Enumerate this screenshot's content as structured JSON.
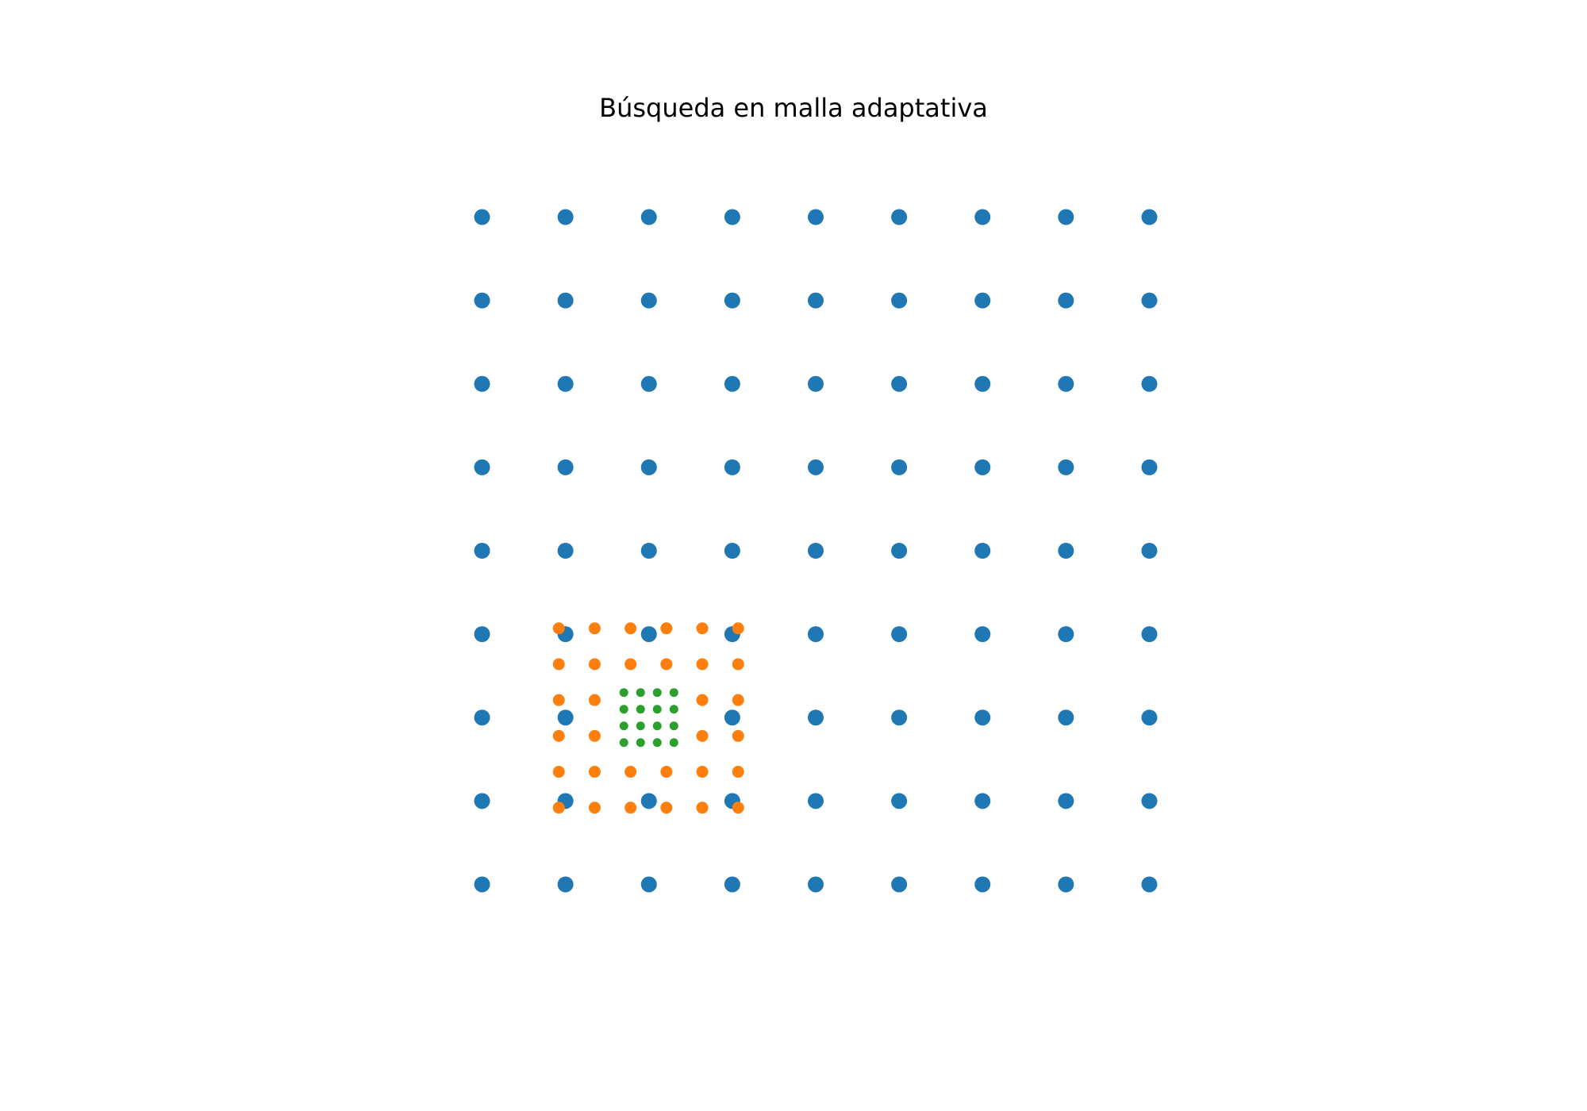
{
  "chart_data": {
    "type": "scatter",
    "title": "Búsqueda en malla adaptativa",
    "xlabel": "",
    "ylabel": "",
    "xlim": [
      -0.3,
      8.3
    ],
    "ylim": [
      -0.3,
      8.3
    ],
    "axes_visible": false,
    "grid": false,
    "legend": "none",
    "series": [
      {
        "color": "#1f77b4",
        "marker_size": "large",
        "x_values": [
          0,
          1,
          2,
          3,
          4,
          5,
          6,
          7,
          8
        ],
        "y_values": [
          0,
          1,
          2,
          3,
          4,
          5,
          6,
          7,
          8
        ],
        "exclude_region": {
          "x": [
            1,
            3
          ],
          "y": [
            1,
            3
          ]
        }
      },
      {
        "color": "#ff7f0e",
        "marker_size": "medium",
        "x_values": [
          0.92,
          1.35,
          1.78,
          2.21,
          2.64,
          3.07
        ],
        "y_values": [
          0.92,
          1.35,
          1.78,
          2.21,
          2.64,
          3.07
        ],
        "exclude_region": {
          "x": [
            1.7,
            2.3
          ],
          "y": [
            1.7,
            2.3
          ]
        }
      },
      {
        "color": "#2ca02c",
        "marker_size": "small",
        "x_values": [
          1.7,
          1.9,
          2.1,
          2.3
        ],
        "y_values": [
          1.7,
          1.9,
          2.1,
          2.3
        ]
      }
    ]
  }
}
